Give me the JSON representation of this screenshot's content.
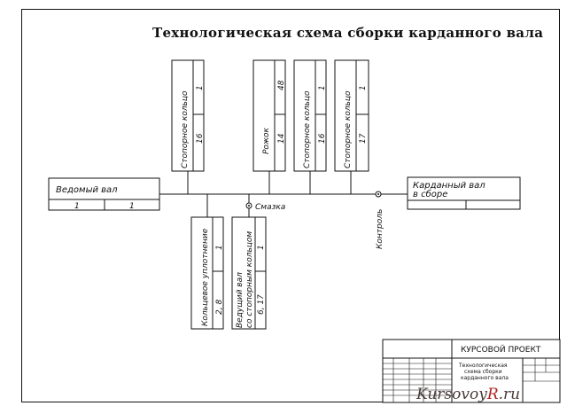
{
  "title": "Технологическая схема сборки карданного вала",
  "base_part": {
    "name": "Ведомый вал",
    "pos": "1",
    "qty": "1"
  },
  "result": {
    "name_line1": "Карданный вал",
    "name_line2": "в сборе"
  },
  "top_parts": [
    {
      "name": "Стопорное кольцо",
      "pos": "16",
      "qty": "1"
    },
    {
      "name": "Рожок",
      "pos": "14",
      "qty": "48"
    },
    {
      "name": "Стопорное кольцо",
      "pos": "16",
      "qty": "1"
    },
    {
      "name": "Стопорное кольцо",
      "pos": "17",
      "qty": "1"
    }
  ],
  "bottom_parts": [
    {
      "name": "Кольцевое уплотнение",
      "pos": "2, 8",
      "qty": "1"
    },
    {
      "name_line1": "Ведущий вал",
      "name_line2": "со стопорным кольцом",
      "pos": "6, 17",
      "qty": "1"
    }
  ],
  "operations": {
    "lubrication": "Смазка",
    "control": "Контроль"
  },
  "stamp": {
    "header": "КУРСОВОЙ ПРОЕКТ",
    "doc_title_line1": "Технологическая",
    "doc_title_line2": "схема сборки",
    "doc_title_line3": "карданного вала"
  },
  "watermark": "Kursovoy",
  "watermark_accent": "R",
  "watermark_tail": ".ru"
}
